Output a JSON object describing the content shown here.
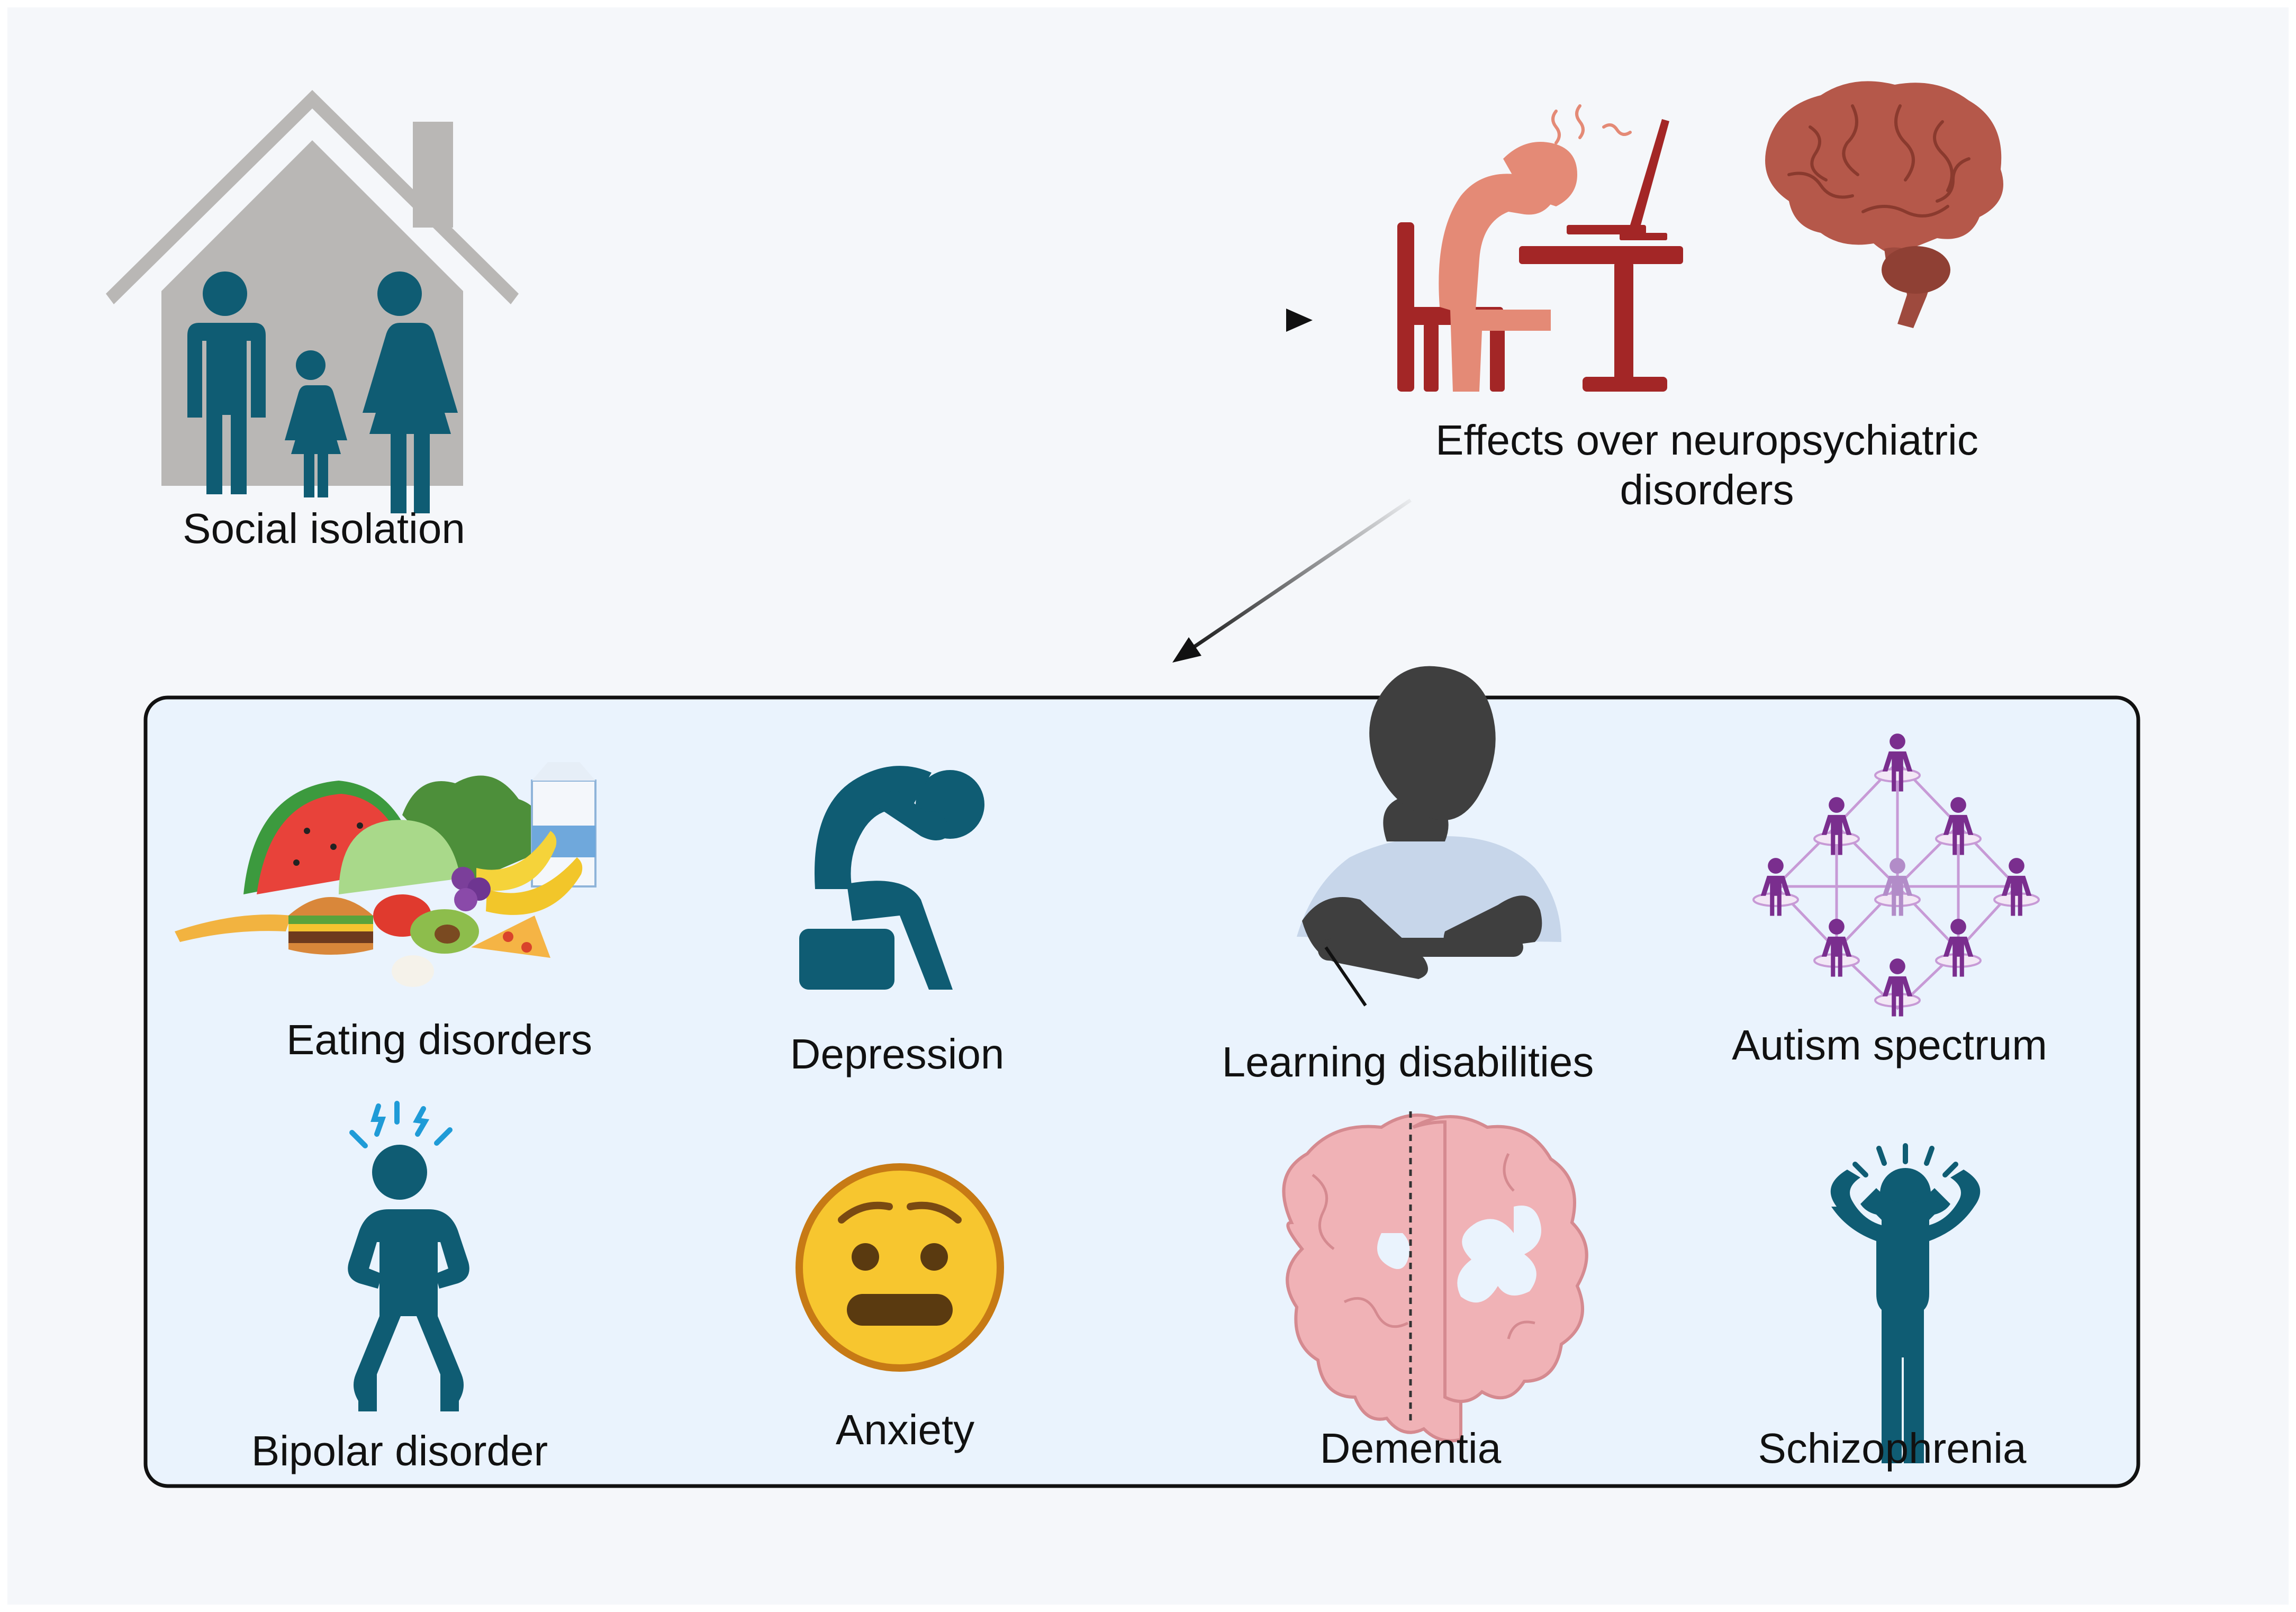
{
  "colors": {
    "background": "#f5f7fa",
    "panel_fill": "#eaf3fd",
    "panel_border": "#111111",
    "teal": "#0f5c73",
    "house_gray": "#b9b7b5",
    "dark_red": "#a32626",
    "salmon": "#e48a76",
    "brain": "#b5584a",
    "purple": "#7a2e8e",
    "emoji_yellow": "#f7c62f",
    "emoji_outline": "#c77a15",
    "dementia_pink": "#f0b2b6"
  },
  "top": {
    "source_label": "Social isolation",
    "effects_label": "Effects over neuropsychiatric disorders"
  },
  "disorders": [
    {
      "id": "eating",
      "label": "Eating disorders",
      "icon": "food-pile-icon"
    },
    {
      "id": "depression",
      "label": "Depression",
      "icon": "sitting-person-head-in-hands-icon"
    },
    {
      "id": "learning",
      "label": "Learning disabilities",
      "icon": "person-writing-icon"
    },
    {
      "id": "autism",
      "label": "Autism spectrum",
      "icon": "connected-people-network-icon"
    },
    {
      "id": "bipolar",
      "label": "Bipolar disorder",
      "icon": "agitated-person-icon"
    },
    {
      "id": "anxiety",
      "label": "Anxiety",
      "icon": "anxious-face-icon"
    },
    {
      "id": "dementia",
      "label": "Dementia",
      "icon": "brain-cross-section-icon"
    },
    {
      "id": "schizophrenia",
      "label": "Schizophrenia",
      "icon": "person-holding-head-icon"
    }
  ]
}
